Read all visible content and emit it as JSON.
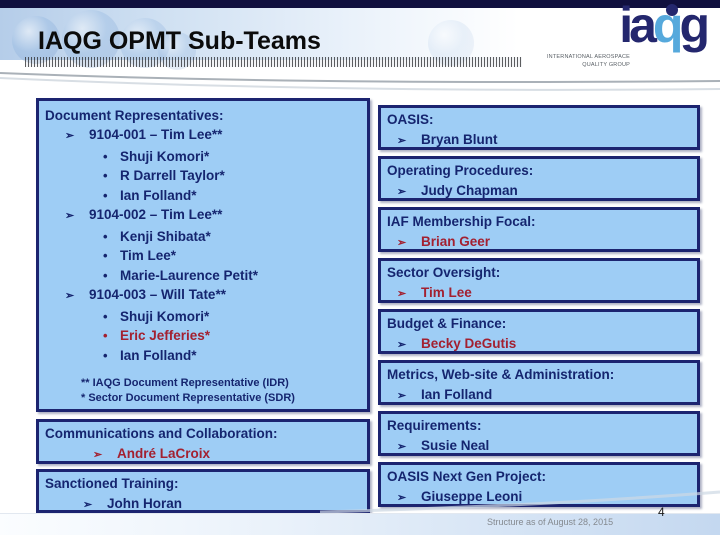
{
  "header": {
    "title": "IAQG OPMT Sub-Teams",
    "logo": {
      "text_i": "i",
      "text_a": "a",
      "text_q": "q",
      "text_g": "g",
      "caption_line1": "INTERNATIONAL AEROSPACE",
      "caption_line2": "QUALITY GROUP"
    }
  },
  "glyphs": {
    "arrow": "➢",
    "bullet": "•"
  },
  "colors": {
    "navy_text": "#15256f",
    "red_text": "#a32030",
    "box_fill": "#9ecdf5",
    "box_border": "#1c2470",
    "topbar": "#10103f"
  },
  "doc_reps": {
    "title": "Document Representatives:",
    "groups": [
      {
        "label": "9104-001 –  Tim Lee**",
        "label_color": "#15256f",
        "members": [
          {
            "name": "Shuji Komori*",
            "color": "#15256f"
          },
          {
            "name": "R Darrell Taylor*",
            "color": "#15256f"
          },
          {
            "name": "Ian Folland*",
            "color": "#15256f"
          }
        ]
      },
      {
        "label": "9104-002 – Tim Lee**",
        "label_color": "#15256f",
        "members": [
          {
            "name": "Kenji Shibata*",
            "color": "#15256f"
          },
          {
            "name": "Tim Lee*",
            "color": "#15256f"
          },
          {
            "name": "Marie-Laurence Petit*",
            "color": "#15256f"
          }
        ]
      },
      {
        "label": "9104-003 – Will Tate**",
        "label_color": "#15256f",
        "members": [
          {
            "name": "Shuji Komori*",
            "color": "#15256f"
          },
          {
            "name": "Eric Jefferies*",
            "color": "#a32030"
          },
          {
            "name": "Ian Folland*",
            "color": "#15256f"
          }
        ]
      }
    ],
    "footnote1": "** IAQG Document Representative (IDR)",
    "footnote2": "* Sector Document Representative (SDR)"
  },
  "comms_box": {
    "title": "Communications and Collaboration:",
    "member": "André LaCroix",
    "member_color": "#a32030",
    "arrow_color": "#a32030"
  },
  "training_box": {
    "title": "Sanctioned Training:",
    "member": "John Horan",
    "member_color": "#15256f",
    "arrow_color": "#15256f"
  },
  "right_boxes": [
    {
      "title": "OASIS:",
      "member": "Bryan Blunt",
      "member_color": "#15256f",
      "arrow_color": "#15256f"
    },
    {
      "title": "Operating Procedures:",
      "member": "Judy Chapman",
      "member_color": "#15256f",
      "arrow_color": "#15256f"
    },
    {
      "title": "IAF Membership Focal:",
      "member": "Brian Geer",
      "member_color": "#a32030",
      "arrow_color": "#a32030"
    },
    {
      "title": "Sector Oversight:",
      "member": "Tim Lee",
      "member_color": "#a32030",
      "arrow_color": "#a32030"
    },
    {
      "title": "Budget & Finance:",
      "member": "Becky DeGutis",
      "member_color": "#a32030",
      "arrow_color": "#15256f"
    },
    {
      "title": "Metrics, Web-site & Administration:",
      "member": "Ian Folland",
      "member_color": "#15256f",
      "arrow_color": "#15256f"
    },
    {
      "title": "Requirements:",
      "member": "Susie Neal",
      "member_color": "#15256f",
      "arrow_color": "#15256f"
    },
    {
      "title": "OASIS Next Gen Project:",
      "member": "Giuseppe Leoni",
      "member_color": "#15256f",
      "arrow_color": "#15256f"
    }
  ],
  "footer": {
    "note": "Structure as of  August 28, 2015",
    "page_number": "4"
  }
}
